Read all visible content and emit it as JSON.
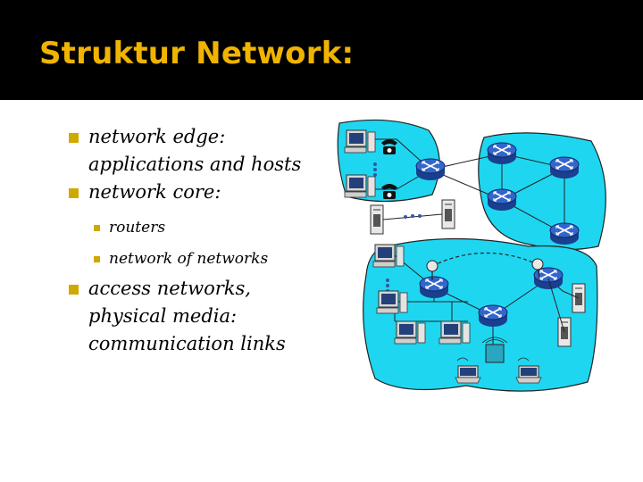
{
  "slide": {
    "title": "Struktur Network:",
    "bullets": [
      {
        "text": "network edge: applications and hosts"
      },
      {
        "text": "network core:",
        "subitems": [
          {
            "text": "routers"
          },
          {
            "text": "network of networks"
          }
        ]
      },
      {
        "text": "access networks, physical media: communication links"
      }
    ]
  },
  "colors": {
    "title": "#F0B400",
    "bullet": "#CFA800",
    "network_cloud": "#1ED6F0",
    "router": "#3366CC"
  },
  "diagram": {
    "icons": [
      "computer-icon",
      "phone-icon",
      "router-icon",
      "server-icon",
      "laptop-icon",
      "wireless-access-point-icon",
      "antenna-icon"
    ]
  }
}
